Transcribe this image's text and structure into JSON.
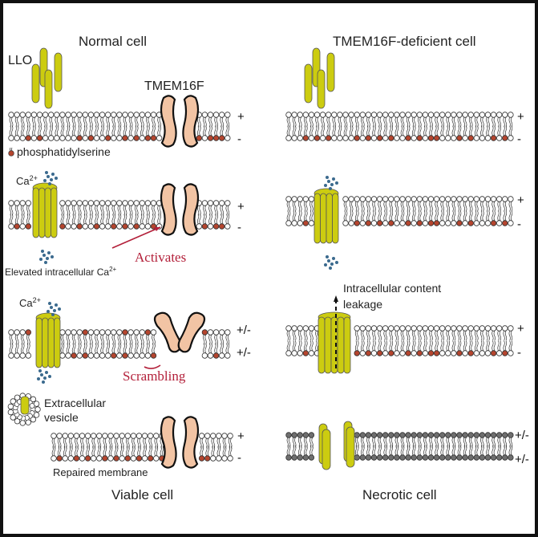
{
  "colors": {
    "head_white": "#ffffff",
    "head_ps": "#b5452e",
    "head_necrotic": "#6e6e6e",
    "protein_yellow": "#cccc10",
    "tmem16f_fill": "#f2c4a4",
    "ca_dot": "#3b6a8e",
    "annotation_red": "#b3203a"
  },
  "left_column": {
    "title": "Normal cell",
    "llo_label": "LLO",
    "tmem16f_label": "TMEM16F",
    "ps_legend": "phosphatidylserine",
    "ca_label": "Ca",
    "ca_sup": "2+",
    "elevated_label": "Elevated intracellular Ca",
    "elevated_sup": "2+",
    "activates_label": "Activates",
    "scrambling_label": "Scrambling",
    "vesicle_label_1": "Extracellular",
    "vesicle_label_2": "vesicle",
    "repaired_label": "Repaired membrane",
    "footer": "Viable cell",
    "charge_rows": [
      {
        "top": "+",
        "bottom": "-"
      },
      {
        "top": "+",
        "bottom": "-"
      },
      {
        "top": "+/-",
        "bottom": "+/-"
      },
      {
        "top": "+",
        "bottom": "-"
      }
    ]
  },
  "right_column": {
    "title": "TMEM16F-deficient cell",
    "leakage_label_1": "Intracellular content",
    "leakage_label_2": "leakage",
    "footer": "Necrotic cell",
    "charge_rows": [
      {
        "top": "+",
        "bottom": "-"
      },
      {
        "top": "+",
        "bottom": "-"
      },
      {
        "top": "+",
        "bottom": "-"
      },
      {
        "top": "+/-",
        "bottom": "+/-"
      }
    ]
  }
}
